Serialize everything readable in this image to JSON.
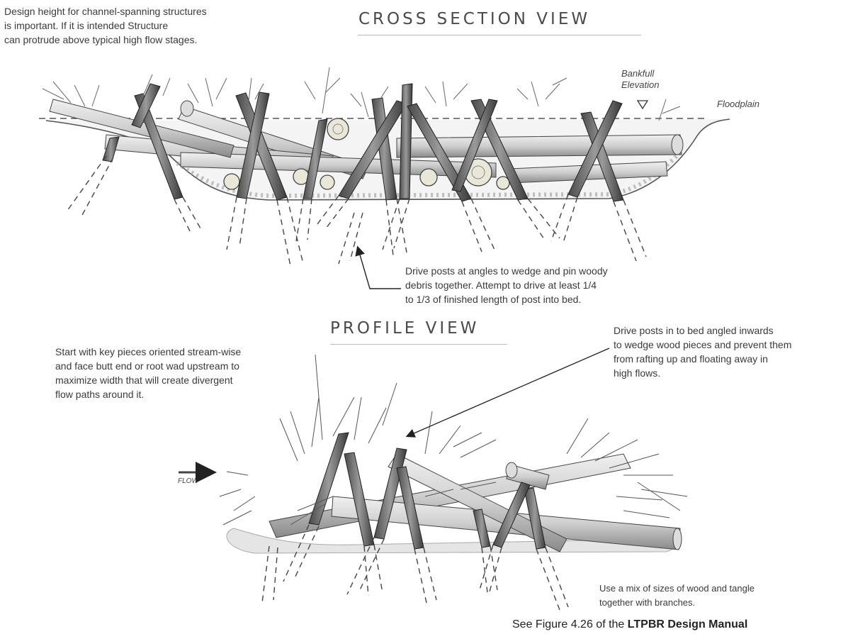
{
  "cross_section": {
    "title": "CROSS SECTION VIEW",
    "note_top_left": "Design height for channel-spanning structures\nis important.  If it is intended Structure\ncan protrude above typical high flow stages.",
    "bankfull_label": "Bankfull\nElevation",
    "floodplain_label": "Floodplain",
    "post_note": "Drive posts at angles to wedge and pin woody\ndebris together.  Attempt to drive at least 1/4\nto 1/3 of finished length of post into bed."
  },
  "profile": {
    "title": "PROFILE VIEW",
    "note_left": "Start with key pieces oriented stream-wise\nand face butt end or root wad upstream to\nmaximize width that will create divergent\nflow paths around it.",
    "note_right": "Drive posts in to bed angled inwards\nto wedge wood pieces and prevent them\nfrom rafting up and floating away in\nhigh flows.",
    "flow_label": "FLOW",
    "note_bottom": "Use a mix of sizes of wood and tangle\ntogether with branches."
  },
  "footer": {
    "prefix": "See Figure 4.26 of the ",
    "bold": "LTPBR Design Manual"
  }
}
